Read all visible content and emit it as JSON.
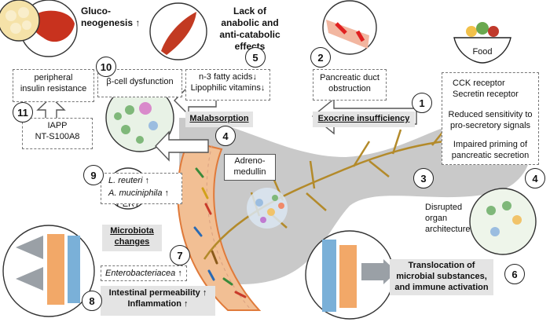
{
  "steps": [
    "1",
    "2",
    "3",
    "4",
    "5",
    "6",
    "7",
    "8",
    "9",
    "10",
    "11"
  ],
  "labels": {
    "gluconeogenesis": "Gluco-\nneogenesis ↑",
    "lack_effects": "Lack of\nanabolic and\nanti-catabolic\neffects",
    "food": "Food",
    "peripheral_ir": "peripheral\ninsulin resistance",
    "beta_cell": "β-cell dysfunction",
    "fatty_acids": "n-3 fatty acids↓\nLipophilic vitamins↓",
    "duct_obstruction": "Pancreatic duct\nobstruction",
    "receptors": "CCK receptor\nSecretin receptor",
    "reduced_sensitivity": "Reduced sensitivity to\npro-secretory signals",
    "impaired_priming": "Impaired priming of\npancreatic secretion",
    "iapp": "IAPP\nNT-S100A8",
    "malabsorption": "Malabsorption",
    "exocrine": "Exocrine insufficiency",
    "adrenomedullin": "Adreno-\nmedullin",
    "pert": "PERT",
    "l_reuteri": "L. reuteri",
    "a_muciniphila": "A. muciniphila",
    "up": "↑",
    "disrupted": "Disrupted\norgan\narchitecture",
    "microbiota": "Microbiota\nchanges",
    "enterobacteriaceae": "Enterobacteriacea",
    "translocation": "Translocation of\nmicrobial substances,\nand immune activation",
    "permeability": "Intestinal permeability ↑\nInflammation ↑"
  },
  "colors": {
    "pancreas": "#c9c9c9",
    "duct": "#b38a2a",
    "intestine": "#f4c9a3",
    "liver": "#c8321e",
    "muscle": "#c23a22",
    "islet_green": "#7fb87a",
    "cell_orange": "#e08a3a",
    "label_box": "#e4e4e4"
  }
}
